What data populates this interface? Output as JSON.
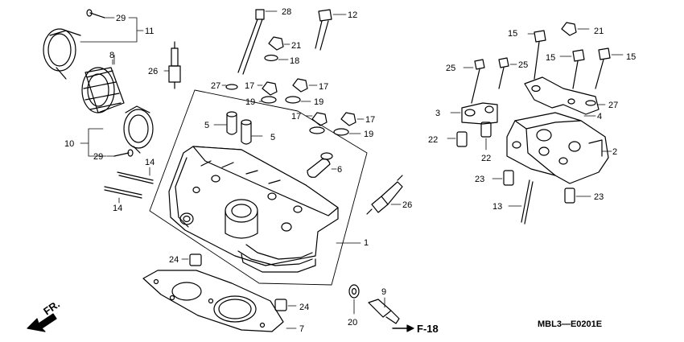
{
  "callouts": {
    "c1": "1",
    "c2": "2",
    "c3": "3",
    "c4": "4",
    "c5a": "5",
    "c5b": "5",
    "c6": "6",
    "c7": "7",
    "c8": "8",
    "c9": "9",
    "c10": "10",
    "c11": "11",
    "c12": "12",
    "c13": "13",
    "c14a": "14",
    "c14b": "14",
    "c15a": "15",
    "c15b": "15",
    "c15c": "15",
    "c17a": "17",
    "c17b": "17",
    "c17c": "17",
    "c17d": "17",
    "c18": "18",
    "c19a": "19",
    "c19b": "19",
    "c19c": "19",
    "c20": "20",
    "c21a": "21",
    "c21b": "21",
    "c22a": "22",
    "c22b": "22",
    "c23a": "23",
    "c23b": "23",
    "c24a": "24",
    "c24b": "24",
    "c25a": "25",
    "c25b": "25",
    "c26a": "26",
    "c26b": "26",
    "c27a": "27",
    "c27b": "27",
    "c28": "28",
    "c29a": "29",
    "c29b": "29"
  },
  "direction_label": "FR.",
  "reference_label": "F-18",
  "diagram_code": "MBL3—E0201E"
}
